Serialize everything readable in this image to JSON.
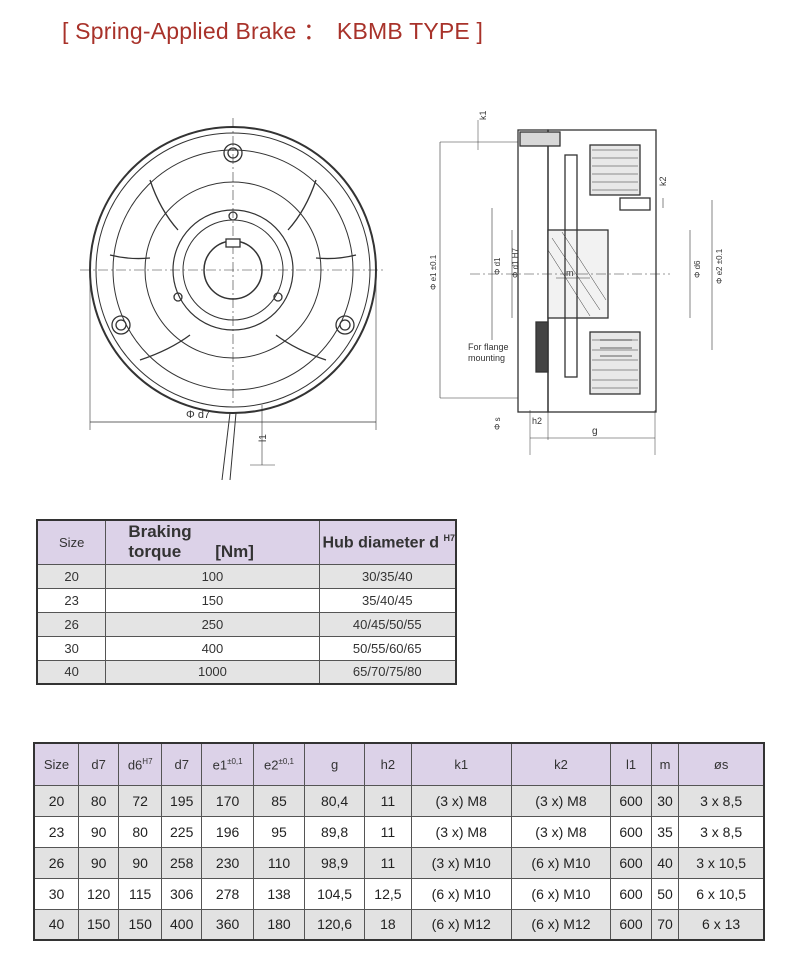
{
  "header": {
    "title_open": "[ Spring-Applied Brake ：",
    "model": "KBMB TYPE ]"
  },
  "drawing": {
    "label_d7": "Φ d7",
    "label_l1": "l1",
    "label_k1": "k1",
    "label_k2": "k2",
    "label_e1": "Φ e1 ±0.1",
    "label_d1": "Φ d1",
    "label_d2": "Φ d1 H7",
    "label_m": "m",
    "label_d6": "Φ d6",
    "label_e2": "Φ e2 ±0.1",
    "label_flange": "For flange",
    "label_flange2": "mounting",
    "label_s": "Φ s",
    "label_h2": "h2",
    "label_g": "g"
  },
  "table1": {
    "headers": {
      "size": "Size",
      "torque": "Braking torque",
      "torque_unit": "[Nm]",
      "hub": "Hub diameter d",
      "hub_sup": "H7"
    },
    "rows": [
      {
        "size": "20",
        "torque": "100",
        "hub": "30/35/40"
      },
      {
        "size": "23",
        "torque": "150",
        "hub": "35/40/45"
      },
      {
        "size": "26",
        "torque": "250",
        "hub": "40/45/50/55"
      },
      {
        "size": "30",
        "torque": "400",
        "hub": "50/55/60/65"
      },
      {
        "size": "40",
        "torque": "1000",
        "hub": "65/70/75/80"
      }
    ]
  },
  "table2": {
    "headers": [
      {
        "label": "Size",
        "sup": ""
      },
      {
        "label": "d7",
        "sup": ""
      },
      {
        "label": "d6",
        "sup": "H7"
      },
      {
        "label": "d7",
        "sup": ""
      },
      {
        "label": "e1",
        "sup": "±0,1"
      },
      {
        "label": "e2",
        "sup": "±0,1"
      },
      {
        "label": "g",
        "sup": ""
      },
      {
        "label": "h2",
        "sup": ""
      },
      {
        "label": "k1",
        "sup": ""
      },
      {
        "label": "k2",
        "sup": ""
      },
      {
        "label": "l1",
        "sup": ""
      },
      {
        "label": "m",
        "sup": ""
      },
      {
        "label": "øs",
        "sup": ""
      }
    ],
    "rows": [
      [
        "20",
        "80",
        "72",
        "195",
        "170",
        "85",
        "80,4",
        "11",
        "(3 x) M8",
        "(3 x) M8",
        "600",
        "30",
        "3 x 8,5"
      ],
      [
        "23",
        "90",
        "80",
        "225",
        "196",
        "95",
        "89,8",
        "11",
        "(3 x) M8",
        "(3 x) M8",
        "600",
        "35",
        "3 x 8,5"
      ],
      [
        "26",
        "90",
        "90",
        "258",
        "230",
        "110",
        "98,9",
        "11",
        "(3 x) M10",
        "(6 x) M10",
        "600",
        "40",
        "3 x 10,5"
      ],
      [
        "30",
        "120",
        "115",
        "306",
        "278",
        "138",
        "104,5",
        "12,5",
        "(6 x) M10",
        "(6 x) M10",
        "600",
        "50",
        "6 x 10,5"
      ],
      [
        "40",
        "150",
        "150",
        "400",
        "360",
        "180",
        "120,6",
        "18",
        "(6 x) M12",
        "(6 x) M12",
        "600",
        "70",
        "6 x 13"
      ]
    ]
  }
}
